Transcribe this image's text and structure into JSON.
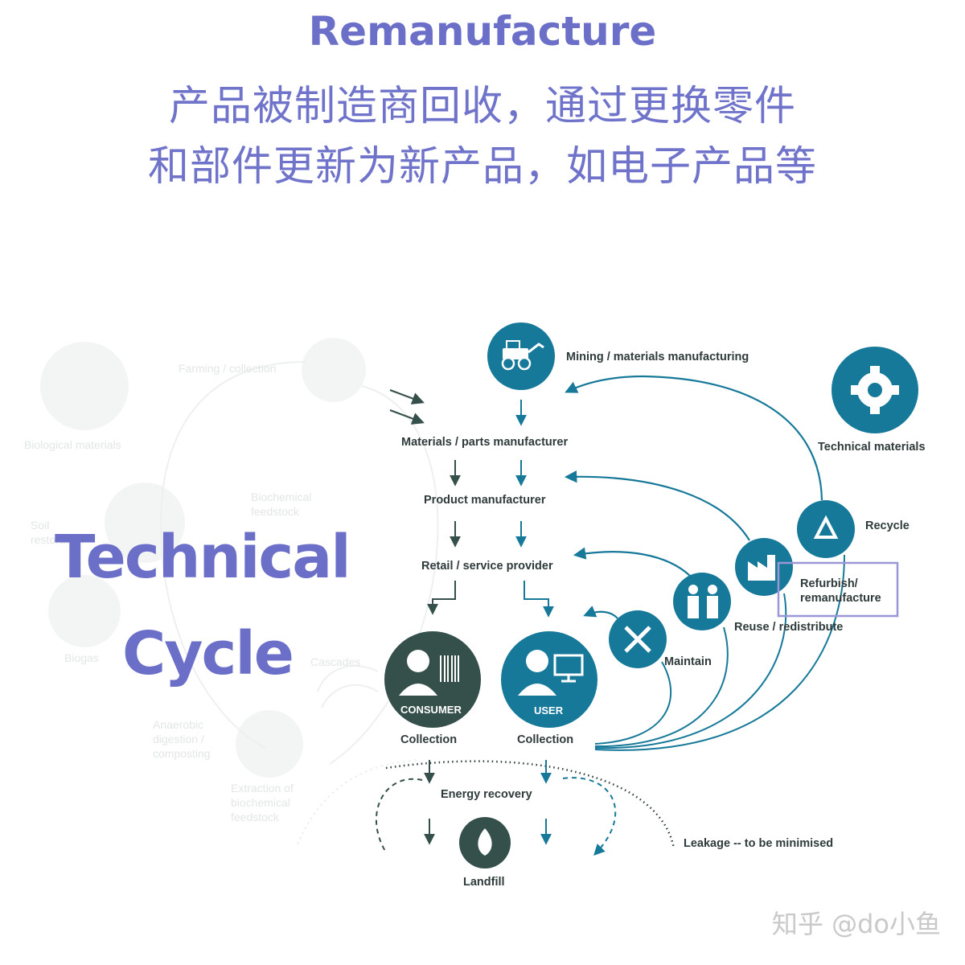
{
  "header": {
    "title": "Remanufacture",
    "line1": "产品被制造商回收，通过更换零件",
    "line2": "和部件更新为新产品，如电子产品等"
  },
  "overlay": {
    "technical": "Technical",
    "cycle": "Cycle"
  },
  "flow": {
    "mining": "Mining / materials manufacturing",
    "parts": "Materials / parts manufacturer",
    "product": "Product manufacturer",
    "retail": "Retail / service provider",
    "consumer": "CONSUMER",
    "user": "USER",
    "collection_left": "Collection",
    "collection_right": "Collection",
    "energy": "Energy recovery",
    "landfill": "Landfill",
    "leakage": "Leakage -- to be minimised"
  },
  "loops": {
    "technical_materials": "Technical materials",
    "recycle": "Recycle",
    "refurbish": "Refurbish/",
    "remanufacture": "remanufacture",
    "reuse": "Reuse / redistribute",
    "maintain": "Maintain"
  },
  "biological_faded": {
    "farming": "Farming / collection",
    "bio_materials": "Biological materials",
    "biochemical": "Biochemical",
    "feedstock": "feedstock",
    "soil": "Soil",
    "restoration": "restoration",
    "biogas": "Biogas",
    "cascades": "Cascades",
    "anaerobic": "Anaerobic",
    "digestion": "digestion /",
    "composting": "composting",
    "extraction": "Extraction of",
    "biochemical2": "biochemical",
    "feedstock2": "feedstock"
  },
  "watermark": "知乎 @do小鱼",
  "colors": {
    "teal": "#16799a",
    "dark": "#35504a",
    "accent": "#6b6fc8",
    "highlight_box": "#9b97d6"
  }
}
